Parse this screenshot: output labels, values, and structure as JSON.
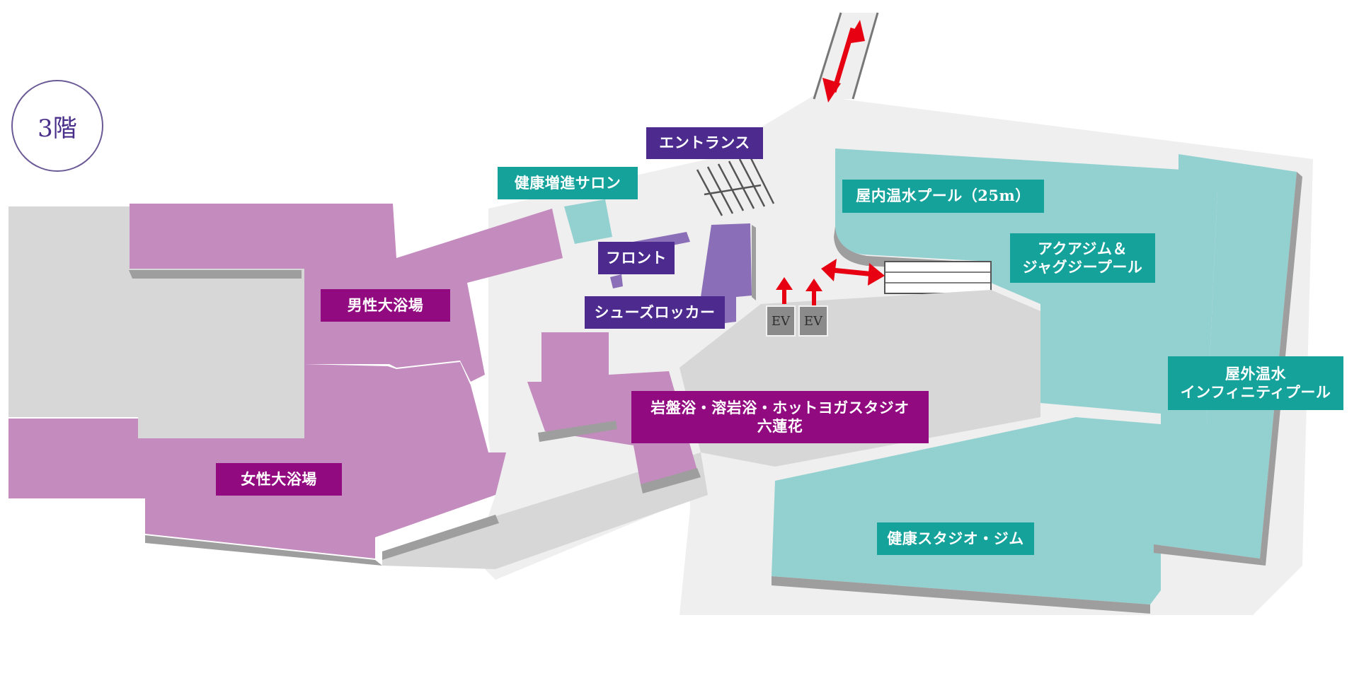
{
  "floor": {
    "label": "3階"
  },
  "colors": {
    "bath_fill": "#c48bbe",
    "pool_fill": "#93d1d0",
    "corridor": "#efefef",
    "grey_block": "#d6d7d6",
    "shadow": "#9e9e9e",
    "reception_fill": "#8a6eb8",
    "arrow": "#e60012",
    "label_teal": "#14a29a",
    "label_violet": "#4c2a8e",
    "label_plum": "#920a80"
  },
  "labels": {
    "entrance": "エントランス",
    "health_salon": "健康増進サロン",
    "front": "フロント",
    "shoe_locker": "シューズロッカー",
    "mens_bath": "男性大浴場",
    "womens_bath": "女性大浴場",
    "ganban_line1": "岩盤浴・溶岩浴・ホットヨガスタジオ",
    "ganban_line2": "六蓮花",
    "indoor_pool": "屋内温水プール（25m）",
    "aqua_line1": "アクアジム＆",
    "aqua_line2": "ジャグジープール",
    "outdoor_line1": "屋外温水",
    "outdoor_line2": "インフィニティプール",
    "health_studio": "健康スタジオ・ジム"
  },
  "elevators": [
    {
      "label": "EV"
    },
    {
      "label": "EV"
    }
  ]
}
